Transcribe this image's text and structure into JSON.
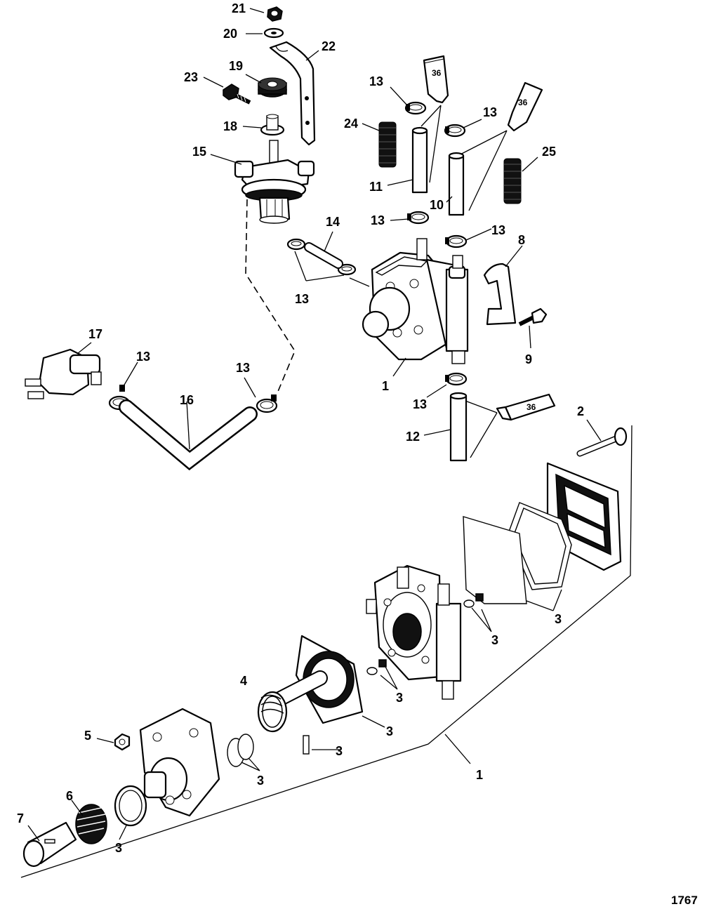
{
  "drawing_number": "1767",
  "sealant_tube_text": "36",
  "callouts": {
    "c21": "21",
    "c20": "20",
    "c22": "22",
    "c19": "19",
    "c23": "23",
    "c18": "18",
    "c15": "15",
    "c13a": "13",
    "c13b": "13",
    "c13c": "13",
    "c13d": "13",
    "c13e": "13",
    "c13f": "13",
    "c13g": "13",
    "c13h": "13",
    "c24": "24",
    "c25": "25",
    "c11": "11",
    "c10": "10",
    "c14": "14",
    "c8": "8",
    "c9": "9",
    "c17": "17",
    "c16": "16",
    "c1a": "1",
    "c12": "12",
    "c2": "2",
    "c3a": "3",
    "c3b": "3",
    "c3c": "3",
    "c3d": "3",
    "c3e": "3",
    "c3f": "3",
    "c3g": "3",
    "c4": "4",
    "c5": "5",
    "c6": "6",
    "c7": "7",
    "c1b": "1"
  }
}
